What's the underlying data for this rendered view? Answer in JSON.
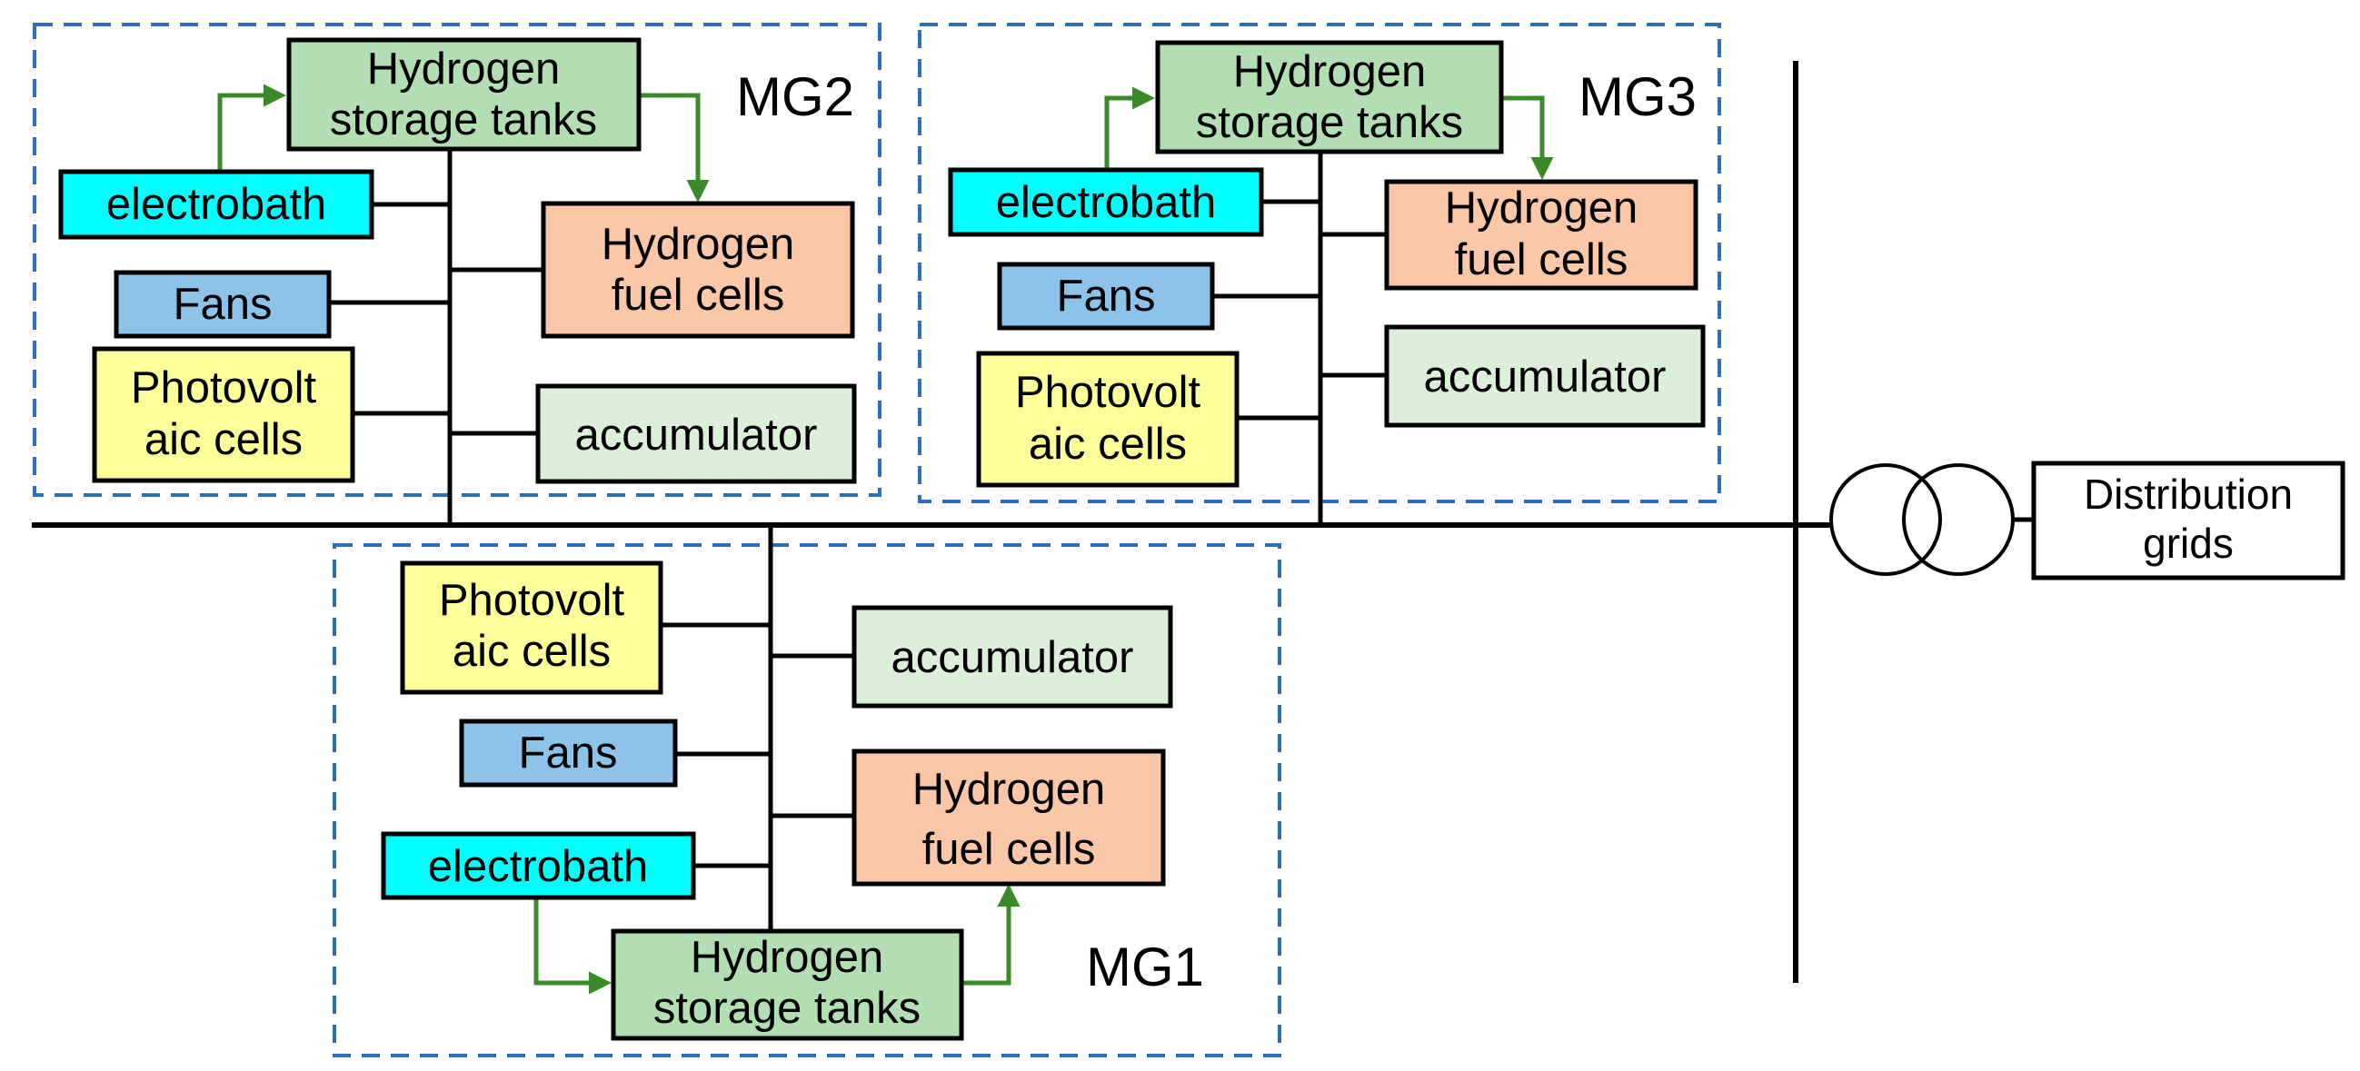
{
  "microgrids": {
    "mg1": {
      "name": "MG1",
      "photovoltaic": [
        "Photovolt",
        "aic cells"
      ],
      "accumulator": "accumulator",
      "fans": "Fans",
      "fuel_cells": [
        "Hydrogen",
        "fuel cells"
      ],
      "electrobath": "electrobath",
      "storage": [
        "Hydrogen",
        "storage tanks"
      ]
    },
    "mg2": {
      "name": "MG2",
      "storage": [
        "Hydrogen",
        "storage tanks"
      ],
      "electrobath": "electrobath",
      "fuel_cells": [
        "Hydrogen",
        "fuel cells"
      ],
      "fans": "Fans",
      "photovoltaic": [
        "Photovolt",
        "aic cells"
      ],
      "accumulator": "accumulator"
    },
    "mg3": {
      "name": "MG3",
      "storage": [
        "Hydrogen",
        "storage tanks"
      ],
      "electrobath": "electrobath",
      "fuel_cells": [
        "Hydrogen",
        "fuel cells"
      ],
      "fans": "Fans",
      "photovoltaic": [
        "Photovolt",
        "aic cells"
      ],
      "accumulator": "accumulator"
    }
  },
  "grid": [
    "Distribution",
    "grids"
  ],
  "colors": {
    "storage": "#b3deb3",
    "electrobath": "#00ffff",
    "fuel_cells": "#fac8a8",
    "fans": "#8dc3e8",
    "photovoltaic": "#ffff99",
    "accumulator": "#dcefd8",
    "dashed_border": "#2e6fb5",
    "hydrogen_flow": "#3a8a2a"
  }
}
